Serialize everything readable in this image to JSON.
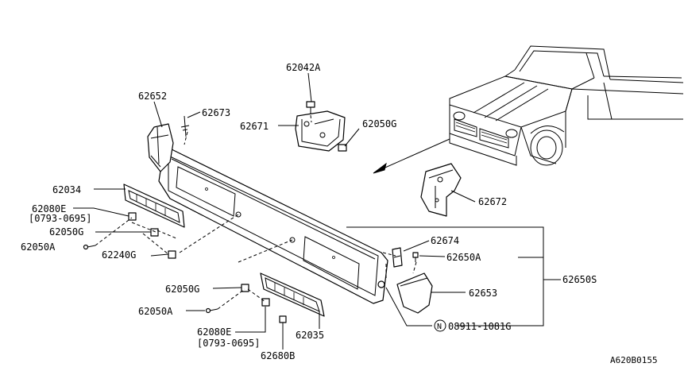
{
  "labels": {
    "p62042A": "62042A",
    "p62652": "62652",
    "p62673": "62673",
    "p62671": "62671",
    "p62050G_top": "62050G",
    "p62034": "62034",
    "p62080E_left": "62080E",
    "p0793_left": "[0793-0695]",
    "p62050G_left": "62050G",
    "p62050A_left": "62050A",
    "p62240G": "62240G",
    "p62672": "62672",
    "p62674": "62674",
    "p62650A": "62650A",
    "p62650S": "62650S",
    "p62653": "62653",
    "p62050G_bottom": "62050G",
    "p62050A_bottom": "62050A",
    "p62080E_bottom": "62080E",
    "p0793_bottom": "[0793-0695]",
    "p62035": "62035",
    "p62680B": "62680B",
    "bolt_prefix": "N",
    "bolt_number": "08911-1081G",
    "diagram_code": "A620B0155"
  }
}
